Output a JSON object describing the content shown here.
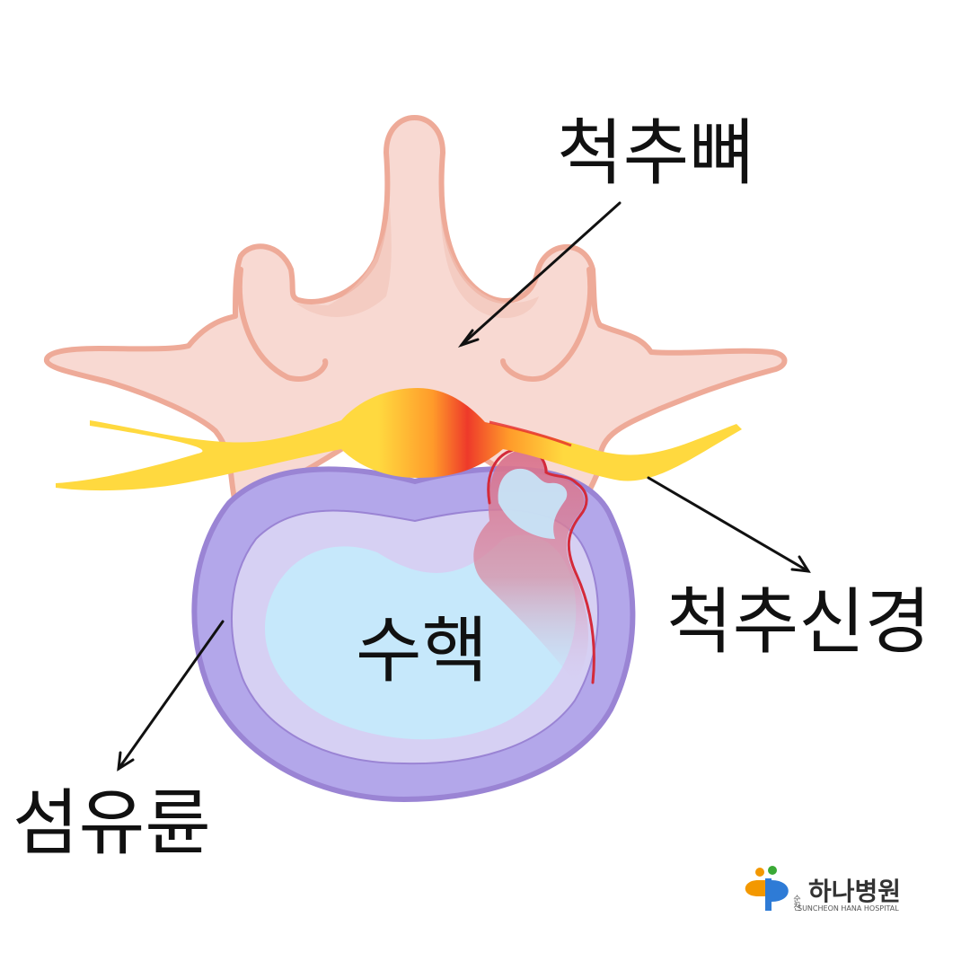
{
  "labels": {
    "vertebra": "척추뼈",
    "spinal_nerve": "척추신경",
    "nucleus": "수핵",
    "annulus": "섬유륜"
  },
  "logo": {
    "small_text": "순천",
    "name": "하나병원",
    "english": "SUNCHEON HANA HOSPITAL"
  },
  "colors": {
    "bone_fill": "#f8d9d2",
    "bone_stroke": "#eeaa98",
    "nerve": "#ffd93f",
    "nerve_inflamed": "#e52a2a",
    "annulus_outer": "#b3a7ea",
    "annulus_stroke": "#9a84d4",
    "annulus_inner": "#d6d0f3",
    "nucleus": "#c6e8fb",
    "herniation": "#d98aa2",
    "logo_orange": "#f39800",
    "logo_blue": "#2e7bd6",
    "logo_green": "#3aa935"
  }
}
